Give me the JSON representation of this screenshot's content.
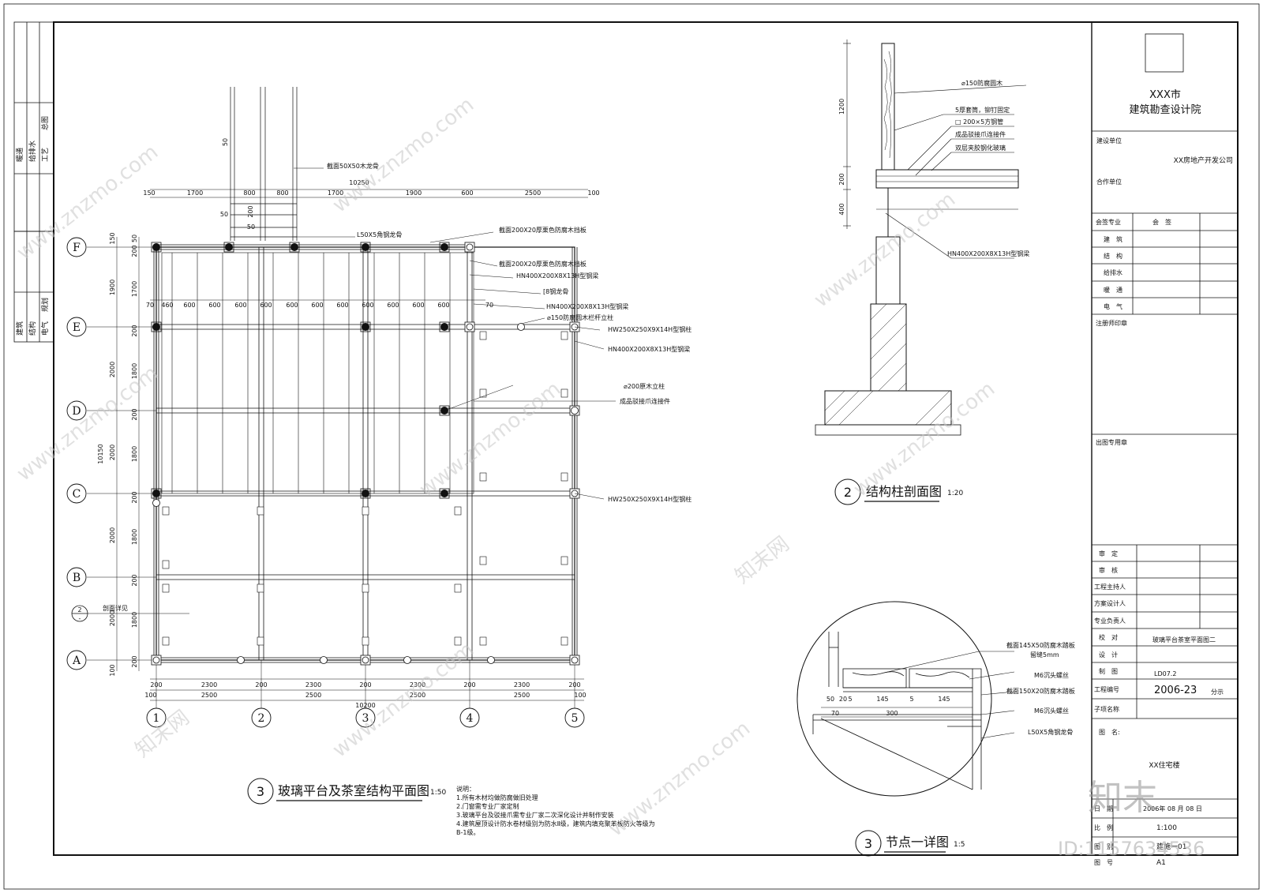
{
  "plan": {
    "number": "3",
    "title": "玻璃平台及茶室结构平面图",
    "scale": "1:50",
    "axes_letters": [
      "A",
      "B",
      "C",
      "D",
      "E",
      "F"
    ],
    "axes_numbers": [
      "1",
      "2",
      "3",
      "4",
      "5"
    ],
    "top_dims": [
      "150",
      "1700",
      "800",
      "800",
      "1700",
      "1900",
      "600",
      "2500",
      "100"
    ],
    "top_total": "10250",
    "bottom_dims_inner": [
      "200",
      "2300",
      "200",
      "2300",
      "200",
      "2300",
      "200",
      "2300",
      "200"
    ],
    "bottom_dims_bays": [
      "100",
      "2500",
      "2500",
      "2500",
      "2500",
      "100"
    ],
    "bottom_total": "10200",
    "joist_spacing": [
      "70",
      "460",
      "600",
      "600",
      "600",
      "600",
      "600",
      "600",
      "600",
      "600",
      "600",
      "600",
      "600",
      "70"
    ],
    "left_dims": [
      "150",
      "1900",
      "2000",
      "2000",
      "2000",
      "2000",
      "100"
    ],
    "left_dims_inner": [
      "50",
      "200",
      "1700",
      "200",
      "1800",
      "200",
      "1800",
      "200",
      "1800",
      "200",
      "1800",
      "200"
    ],
    "left_total": "10150",
    "stair_dims": [
      "50",
      "50",
      "200",
      "50"
    ],
    "section_ref_num": "2",
    "section_ref_sub": "-",
    "section_ref_text": "剖面详见",
    "labels": [
      "截面50X50木龙骨",
      "L50X5角钢龙骨",
      "截面200X20厚栗色防腐木挡板",
      "截面200X20厚栗色防腐木挡板",
      "HN400X200X8X13H型钢梁",
      "[8钢龙骨",
      "HN400X200X8X13H型钢梁",
      "⌀150防腐圆木栏杆立柱",
      "HW250X250X9X14H型钢柱",
      "HN400X200X8X13H型钢梁",
      "⌀200原木立柱",
      "成品驳接爪连接件",
      "HW250X250X9X14H型钢柱"
    ],
    "notes_title": "说明：",
    "notes": [
      "1.所有木材均做防腐做旧处理",
      "2.门窗需专业厂家定制",
      "3.玻璃平台及驳接爪需专业厂家二次深化设计并制作安装",
      "4.建筑屋顶设计防水卷材级别为防水Ⅱ级，建筑内填充聚苯板防火等级为",
      "B-1级。"
    ]
  },
  "section": {
    "number": "2",
    "title": "结构柱剖面图",
    "scale": "1:20",
    "dims": [
      "1200",
      "200",
      "400"
    ],
    "labels": [
      "⌀150防腐圆木",
      "5厚套筒，铆钉固定",
      "□ 200×5方钢管",
      "成品驳接爪连接件",
      "双层夹胶钢化玻璃",
      "HN400X200X8X13H型钢梁"
    ]
  },
  "detail": {
    "number": "3",
    "title": "节点一详图",
    "scale": "1:5",
    "dims": [
      "50",
      "20",
      "5",
      "145",
      "5",
      "145",
      "70",
      "300"
    ],
    "labels": [
      "截面145X50防腐木踏板",
      "留缝5mm",
      "M6沉头螺丝",
      "截面150X20防腐木踏板",
      "M6沉头螺丝",
      "L50X5角钢龙骨"
    ]
  },
  "left_strip": {
    "top_block": [
      "暖通",
      "给排水",
      "工艺",
      "总图"
    ],
    "bottom_block": [
      "建筑",
      "结构",
      "电气",
      "规划"
    ]
  },
  "title_block": {
    "institute_line1": "XXX市",
    "institute_line2": "建筑勘查设计院",
    "client_label": "建设单位",
    "client_name": "XX房地产开发公司",
    "partner_label": "合作单位",
    "sign_header": [
      "会签专业",
      "会　签"
    ],
    "disciplines": [
      "建　筑",
      "结　构",
      "给排水",
      "暖　通",
      "电　气"
    ],
    "seal_label": "注册师印章",
    "issue_label": "出图专用章",
    "roles": [
      "审　定",
      "审　核",
      "工程主持人",
      "方案设计人",
      "专业负责人",
      "校　对",
      "设　计",
      "制　图",
      "工程编号",
      "子项名称"
    ],
    "drawing_name_row": "玻璃平台茶室平面图二",
    "drawing_code": "LD07.2",
    "project_no": "2006-23",
    "project_no_suffix": "分示",
    "title_label": "图　名:",
    "drawing_title": "XX住宅楼",
    "date_label": "日　期",
    "date_value": "2006年  08 月 08 日",
    "scale_label": "比　例",
    "scale_value": "1:100",
    "sheet_label": "图　别",
    "sheet_value": "建施一01",
    "size_label": "图　号",
    "size_value": "A1"
  },
  "watermarks": {
    "site": "www.znzmo.com",
    "brand": "知末网",
    "logo": "知末",
    "id": "ID:1157634536"
  }
}
